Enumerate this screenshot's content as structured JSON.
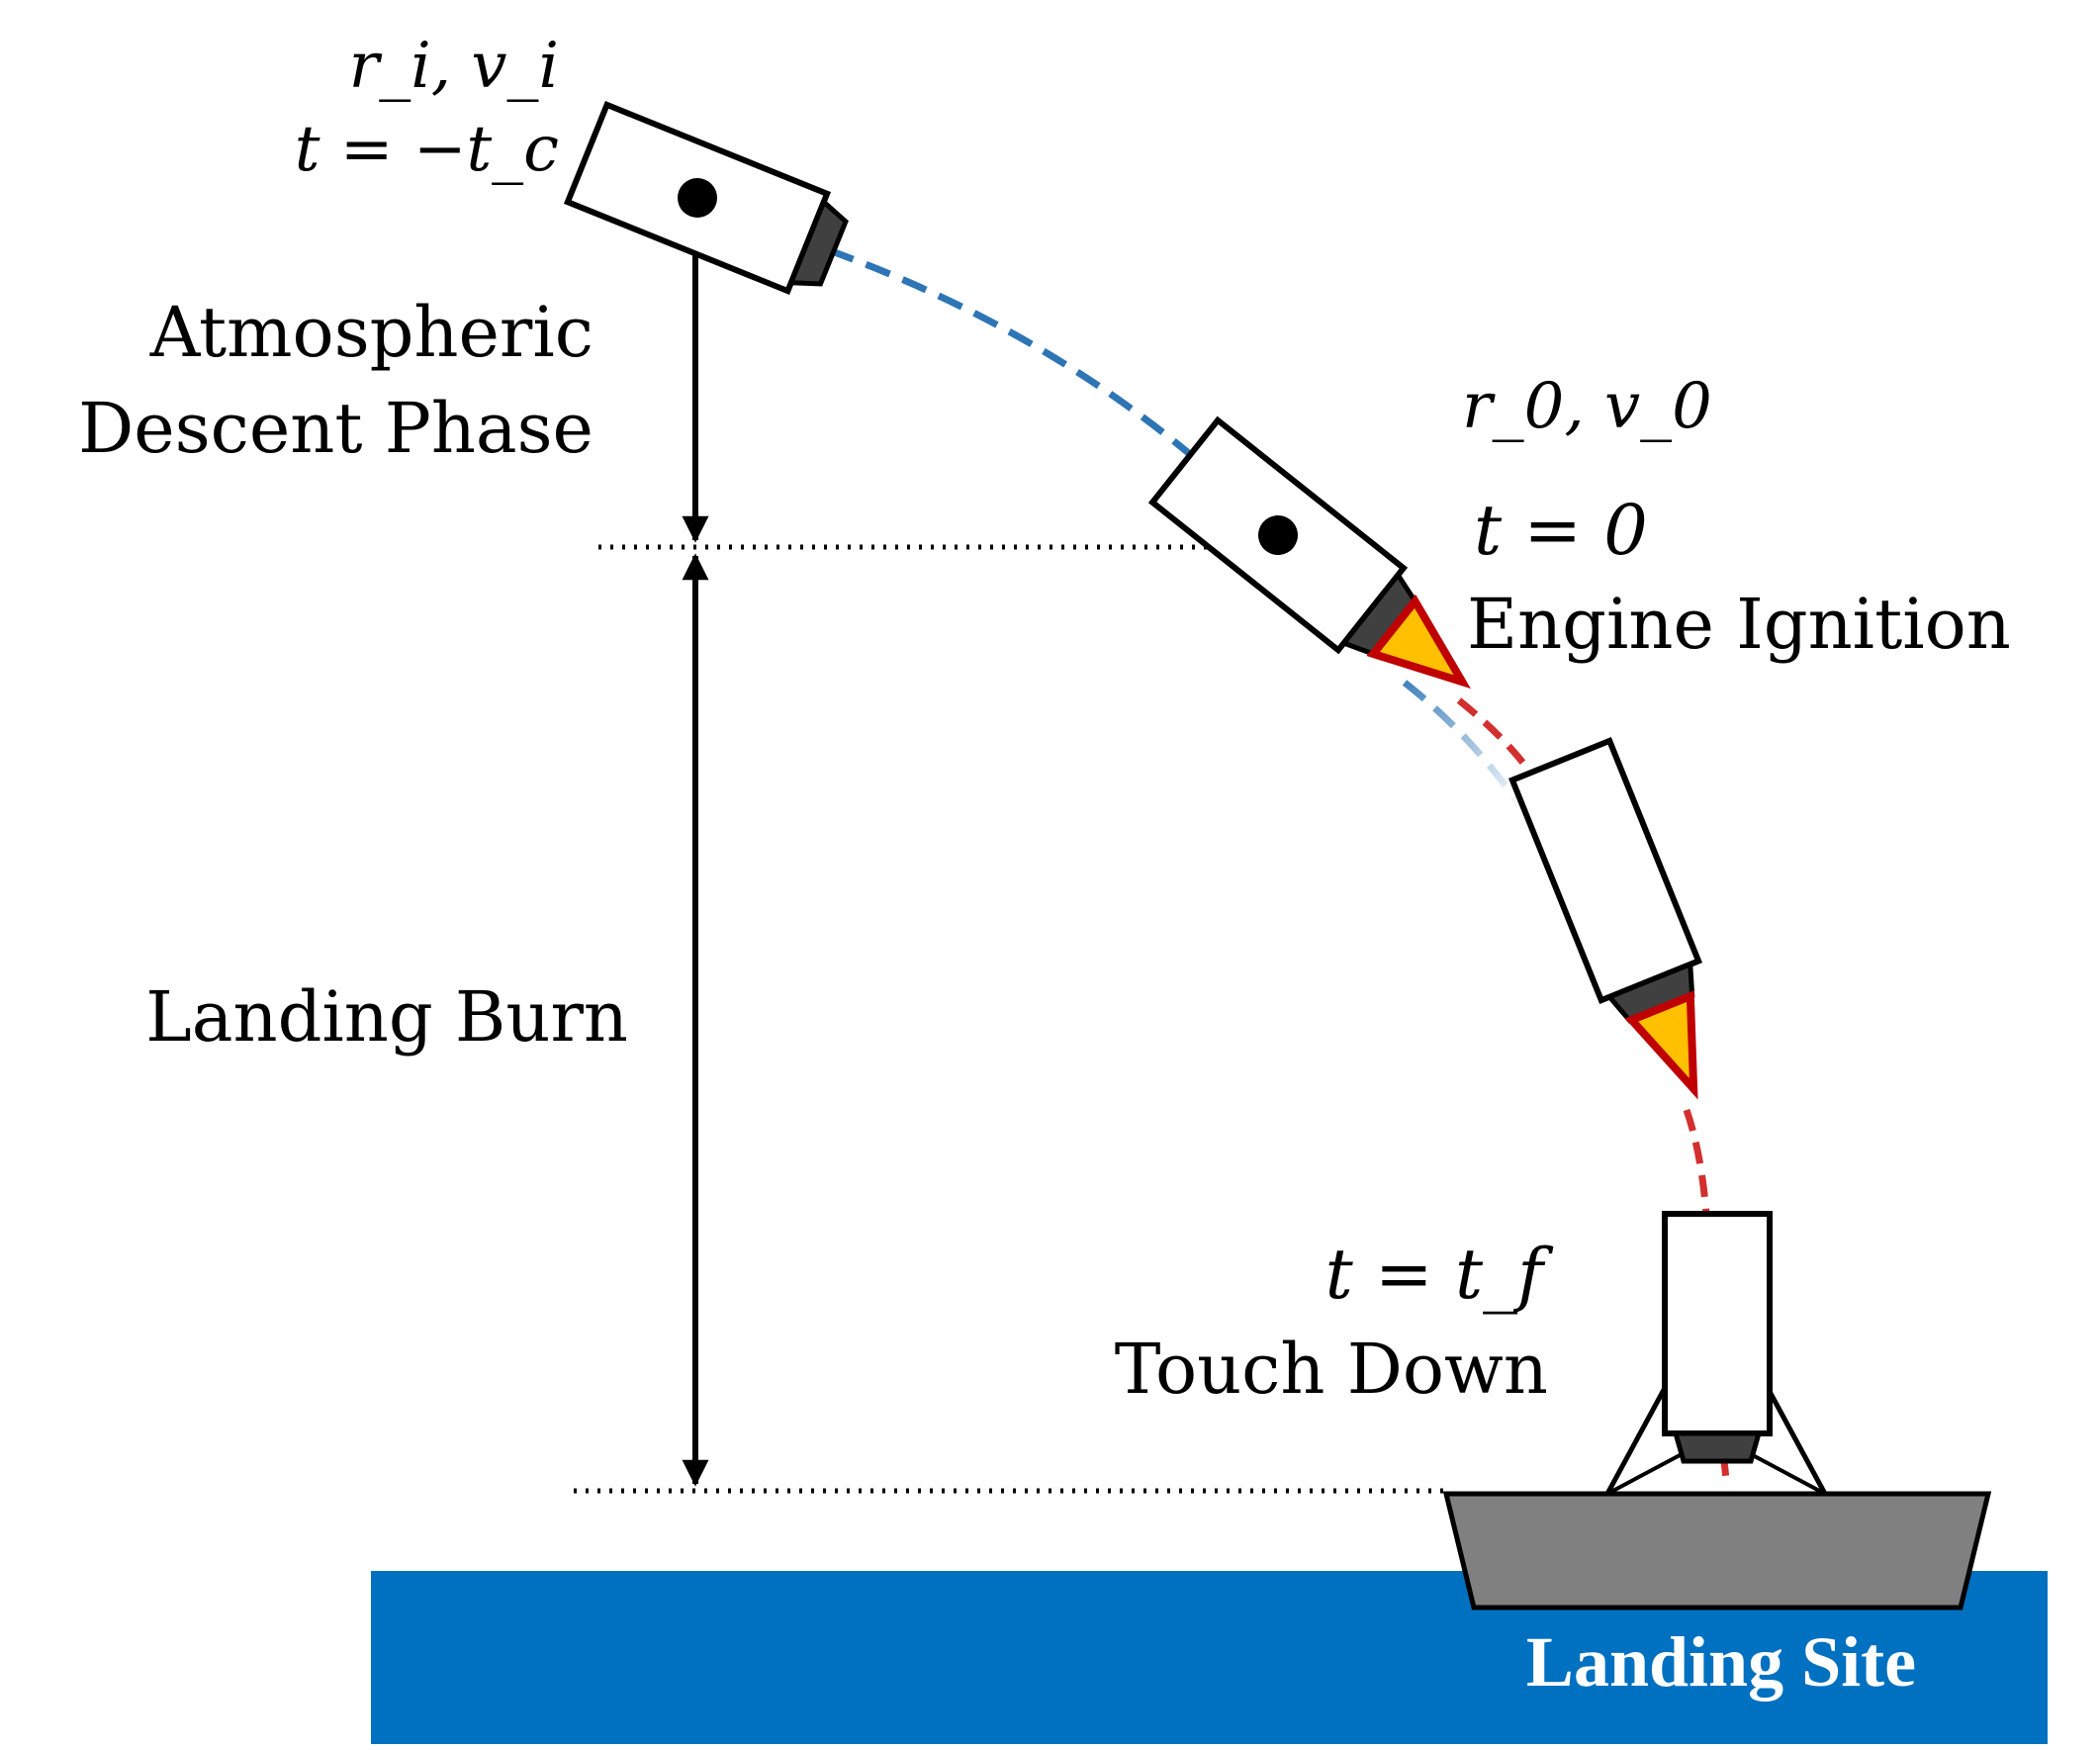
{
  "labels": {
    "initial_state": "r_i, v_i",
    "initial_time": "t = −t_c",
    "phase_atmo_line1": "Atmospheric",
    "phase_atmo_line2": "Descent Phase",
    "ignition_state": "r_0, v_0",
    "ignition_time": "t = 0",
    "ignition_event": "Engine Ignition",
    "landing_burn": "Landing Burn",
    "final_time": "t = t_f",
    "final_event": "Touch Down",
    "landing_site": "Landing Site"
  },
  "colors": {
    "ocean": "#0070C0",
    "barge": "#808080",
    "engine": "#404040",
    "flame_outer": "#C00000",
    "flame_inner": "#FFC000",
    "descent_path": "#2E75B6",
    "burn_path": "#D32F2F"
  }
}
